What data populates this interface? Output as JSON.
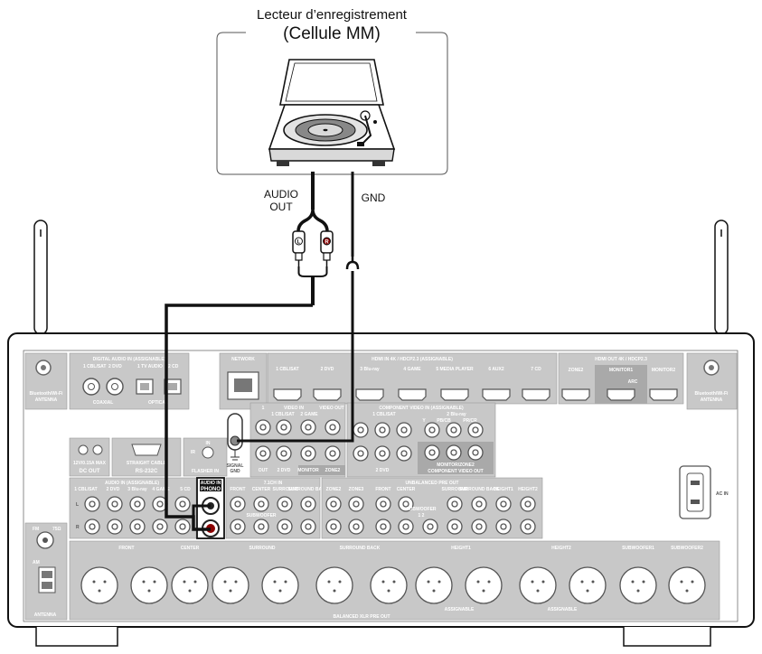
{
  "turntable": {
    "title_line1": "Lecteur d’enregistrement",
    "title_line2": "(Cellule MM)"
  },
  "cable_labels": {
    "audio_out_line1": "AUDIO",
    "audio_out_line2": "OUT",
    "gnd": "GND"
  },
  "plug_letters": {
    "left": "L",
    "right": "R"
  },
  "receiver": {
    "ac_in": "AC IN",
    "left_antenna": [
      "Bluetooth/Wi-Fi",
      "ANTENNA"
    ],
    "right_antenna": [
      "Bluetooth/Wi-Fi",
      "ANTENNA"
    ],
    "digital_audio_in": "DIGITAL AUDIO IN (ASSIGNABLE)",
    "digital_inputs": [
      "1 CBL/SAT",
      "2 DVD",
      "1 TV AUDIO",
      "2 CD"
    ],
    "coaxial": "COAXIAL",
    "optical": "OPTICAL",
    "network": "NETWORK",
    "hdmi_in": "HDMI IN  4K / HDCP2.3 (ASSIGNABLE)",
    "hdmi_inputs": [
      "1 CBL/SAT",
      "2 DVD",
      "3 Blu-ray",
      "4 GAME",
      "5 MEDIA PLAYER",
      "6 AUX2",
      "7 CD"
    ],
    "hdmi_out": "HDMI OUT  4K / HDCP2.3",
    "hdmi_outputs": [
      "ZONE2",
      "MONITOR1",
      "MONITOR2"
    ],
    "arc": "ARC",
    "component_video_in": "COMPONENT VIDEO IN (ASSIGNABLE)",
    "component_sources": [
      "1 CBL/SAT",
      "2 Blu-ray"
    ],
    "component_channels": [
      "Y",
      "PB/CB",
      "PR/CR"
    ],
    "monitor_zone2": "MONITOR/ZONE2",
    "component_video_out": "COMPONENT VIDEO OUT",
    "video_in": "VIDEO IN",
    "video_in_items": [
      "1 CBL/SAT",
      "2 GAME"
    ],
    "video_out": "VIDEO OUT",
    "video_out_items": [
      "OUT",
      "2 DVD",
      "MONITOR",
      "ZONE2"
    ],
    "dc_out": "DC OUT",
    "dc_out_spec": "12V/0.15A MAX",
    "rs232c": "RS-232C",
    "straight_cable": "STRAIGHT CABLE",
    "flasher_in": "FLASHER IN",
    "ir": "IR",
    "in_label": "IN",
    "trigger": [
      "1",
      "2"
    ],
    "signal_gnd": [
      "SIGNAL",
      "GND"
    ],
    "audio_in_assignable": "AUDIO IN (ASSIGNABLE)",
    "audio_in_sources": [
      "1 CBL/SAT",
      "2 DVD",
      "3 Blu-ray",
      "4 GAME",
      "5 CD"
    ],
    "audio_in_phono": [
      "AUDIO IN",
      "PHONO"
    ],
    "ch71_in": "7.1CH IN",
    "ch71_items": [
      "FRONT",
      "CENTER",
      "SURROUND",
      "SURROUND BACK"
    ],
    "subwoofer": "SUBWOOFER",
    "unbalanced_pre_out": "UNBALANCED PRE OUT",
    "pre_out_items": [
      "ZONE2",
      "ZONE3",
      "FRONT",
      "CENTER",
      "SURROUND",
      "SURROUND BACK",
      "HEIGHT1",
      "HEIGHT2"
    ],
    "subwoofer_12": [
      "SUBWOOFER",
      "1  2"
    ],
    "antenna_labels": [
      "FM",
      "75Ω",
      "AM",
      "ANTENNA"
    ],
    "xlr_groups": [
      "FRONT",
      "CENTER",
      "SURROUND",
      "SURROUND BACK",
      "HEIGHT1",
      "HEIGHT2",
      "SUBWOOFER1",
      "SUBWOOFER2"
    ],
    "assignable": "ASSIGNABLE",
    "balanced_xlr_pre_out": "BALANCED XLR PRE OUT",
    "lr": [
      "L",
      "R"
    ]
  }
}
